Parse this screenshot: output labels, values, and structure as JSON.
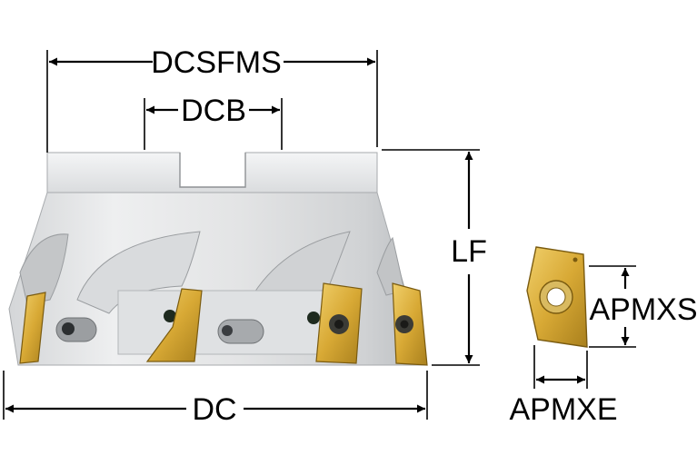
{
  "dimensions": {
    "dcsfms": "DCSFMS",
    "dcb": "DCB",
    "lf": "LF",
    "dc": "DC",
    "apmxs": "APMXS",
    "apmxe": "APMXE"
  },
  "colors": {
    "body_light": "#e6e7e8",
    "body_mid": "#c9cbcd",
    "body_dark": "#8e9194",
    "insert_gold": "#d8a935",
    "insert_dark": "#9a7416",
    "dim_line": "#000000"
  },
  "icons": {
    "arrowhead": "solid-triangle"
  }
}
